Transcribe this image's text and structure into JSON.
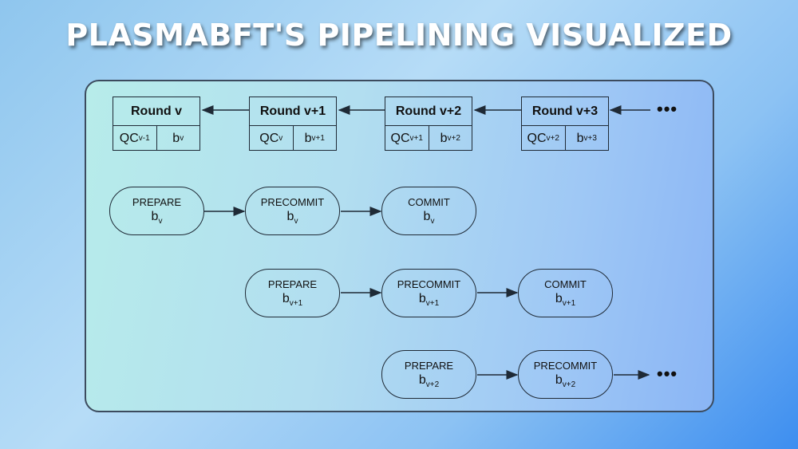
{
  "title": "PLASMABFT'S PIPELINING VISUALIZED",
  "rounds": [
    {
      "label": "Round v",
      "qc": "QC",
      "qc_sub": "v-1",
      "b": "b",
      "b_sub": "v"
    },
    {
      "label": "Round v+1",
      "qc": "QC",
      "qc_sub": "v",
      "b": "b",
      "b_sub": "v+1"
    },
    {
      "label": "Round v+2",
      "qc": "QC",
      "qc_sub": "v+1",
      "b": "b",
      "b_sub": "v+2"
    },
    {
      "label": "Round v+3",
      "qc": "QC",
      "qc_sub": "v+2",
      "b": "b",
      "b_sub": "v+3"
    }
  ],
  "ellipsis": "•••",
  "pipelines": [
    [
      {
        "phase": "PREPARE",
        "b": "b",
        "sub": "v"
      },
      {
        "phase": "PRECOMMIT",
        "b": "b",
        "sub": "v"
      },
      {
        "phase": "COMMIT",
        "b": "b",
        "sub": "v"
      }
    ],
    [
      {
        "phase": "PREPARE",
        "b": "b",
        "sub": "v+1"
      },
      {
        "phase": "PRECOMMIT",
        "b": "b",
        "sub": "v+1"
      },
      {
        "phase": "COMMIT",
        "b": "b",
        "sub": "v+1"
      }
    ],
    [
      {
        "phase": "PREPARE",
        "b": "b",
        "sub": "v+2"
      },
      {
        "phase": "PRECOMMIT",
        "b": "b",
        "sub": "v+2"
      }
    ]
  ]
}
